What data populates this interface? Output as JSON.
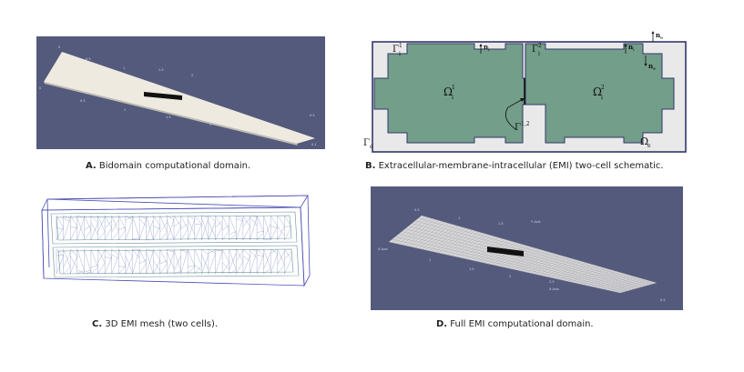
{
  "panels": {
    "a": {
      "letter": "A.",
      "caption": "Bidomain computational domain."
    },
    "b": {
      "letter": "B.",
      "caption": "Extracellular-membrane-intracellular (EMI) two-cell schematic.",
      "labels": {
        "gamma1": "Γ",
        "gamma1_sup": "1",
        "gamma1_sub": "i",
        "gamma2": "Γ",
        "gamma2_sup": "2",
        "gamma2_sub": "i",
        "normal1": "n",
        "normal1_sub": "i",
        "normal2": "n",
        "normal2_sub": "i",
        "normal_e_top": "n",
        "normal_e_top_sub": "e",
        "normal_e_mid": "n",
        "normal_e_mid_sub": "e",
        "omega1": "Ω",
        "omega1_sup": "1",
        "omega1_sub": "i",
        "omega2": "Ω",
        "omega2_sup": "2",
        "omega2_sub": "i",
        "gamma12": "Γ",
        "gamma12_sup": "1,2",
        "gamma_e": "Γ",
        "gamma_e_sub": "e",
        "omega_e": "Ω",
        "omega_e_sub": "e"
      },
      "colors": {
        "cell": "#739e89",
        "background": "#e9e9e9",
        "frame": "#33376a"
      }
    },
    "c": {
      "letter": "C.",
      "caption": "3D EMI mesh (two cells)."
    },
    "d": {
      "letter": "D.",
      "caption": "Full EMI computational domain."
    }
  },
  "colors": {
    "viewport": "#545a7c",
    "slab": "#eeeae0",
    "electrode": "#111111",
    "mesh": "#4a4fb5"
  }
}
